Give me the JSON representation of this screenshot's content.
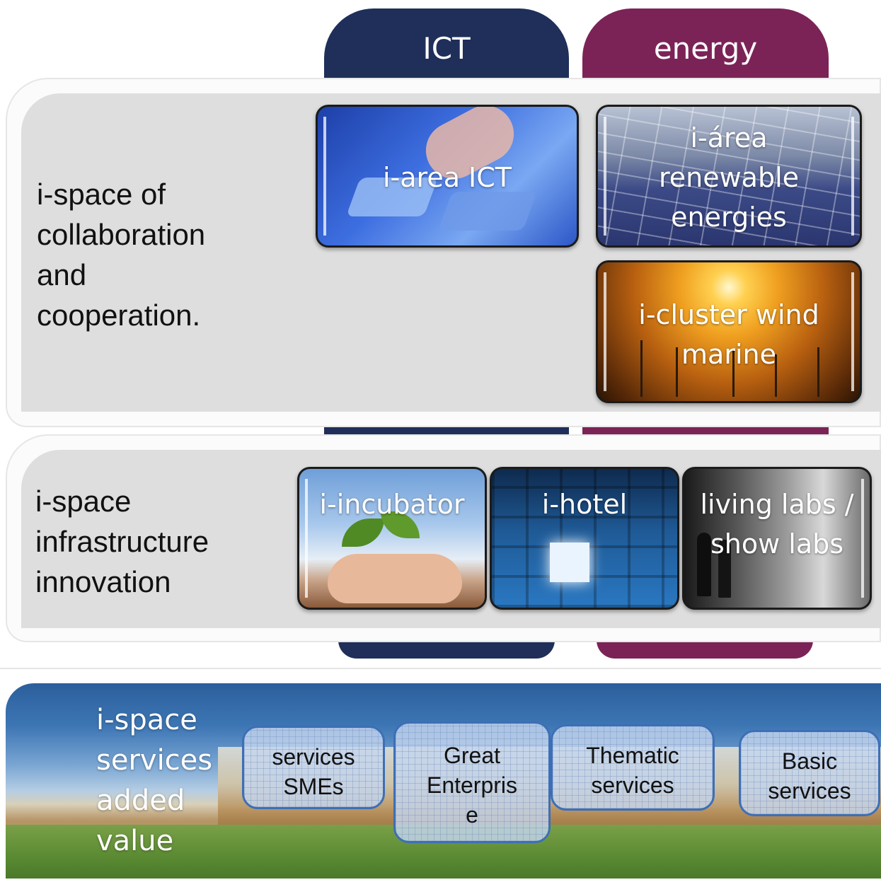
{
  "columns": {
    "ict": {
      "label": "ICT",
      "color": "#1f2f5a"
    },
    "energy": {
      "label": "energy",
      "color": "#7b2357"
    }
  },
  "collaboration": {
    "label_lines": [
      "i-space of",
      "collaboration",
      "and",
      "cooperation."
    ],
    "tiles": {
      "ict_area": {
        "lines": [
          "i-area ICT"
        ]
      },
      "renewable": {
        "lines": [
          "i-área",
          "renewable",
          "energies"
        ]
      },
      "wind_marine": {
        "lines": [
          "i-cluster wind",
          "marine"
        ]
      }
    }
  },
  "infrastructure": {
    "label_lines": [
      "i-space",
      "infrastructure",
      "innovation"
    ],
    "tiles": {
      "incubator": {
        "lines": [
          "i-incubator"
        ]
      },
      "hotel": {
        "lines": [
          "i-hotel"
        ]
      },
      "living_labs": {
        "lines": [
          "living labs /",
          "show labs"
        ]
      }
    }
  },
  "services": {
    "label_lines": [
      "i-space",
      "services",
      "added",
      "value"
    ],
    "boxes": {
      "smes": {
        "lines": [
          "services",
          "SMEs"
        ]
      },
      "great_enterprise": {
        "lines": [
          "Great",
          "Enterpris",
          "e"
        ]
      },
      "thematic": {
        "lines": [
          "Thematic",
          "services"
        ]
      },
      "basic": {
        "lines": [
          "Basic",
          "services"
        ]
      }
    }
  }
}
